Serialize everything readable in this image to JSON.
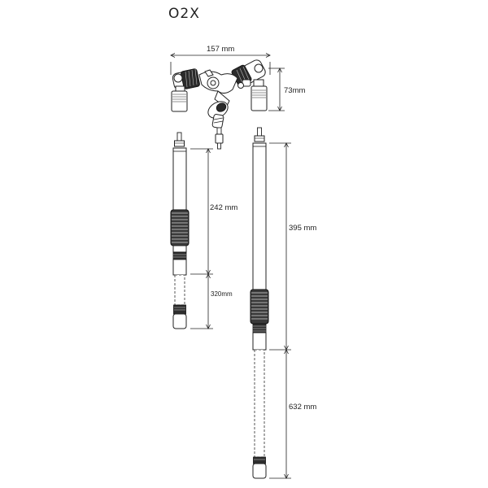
{
  "title": "O2X",
  "dimensions": {
    "head_width": "157 mm",
    "head_height": "73mm",
    "short_pole_retracted": "242 mm",
    "short_pole_extension": "320mm",
    "long_pole_retracted": "395 mm",
    "long_pole_extension": "632 mm"
  }
}
